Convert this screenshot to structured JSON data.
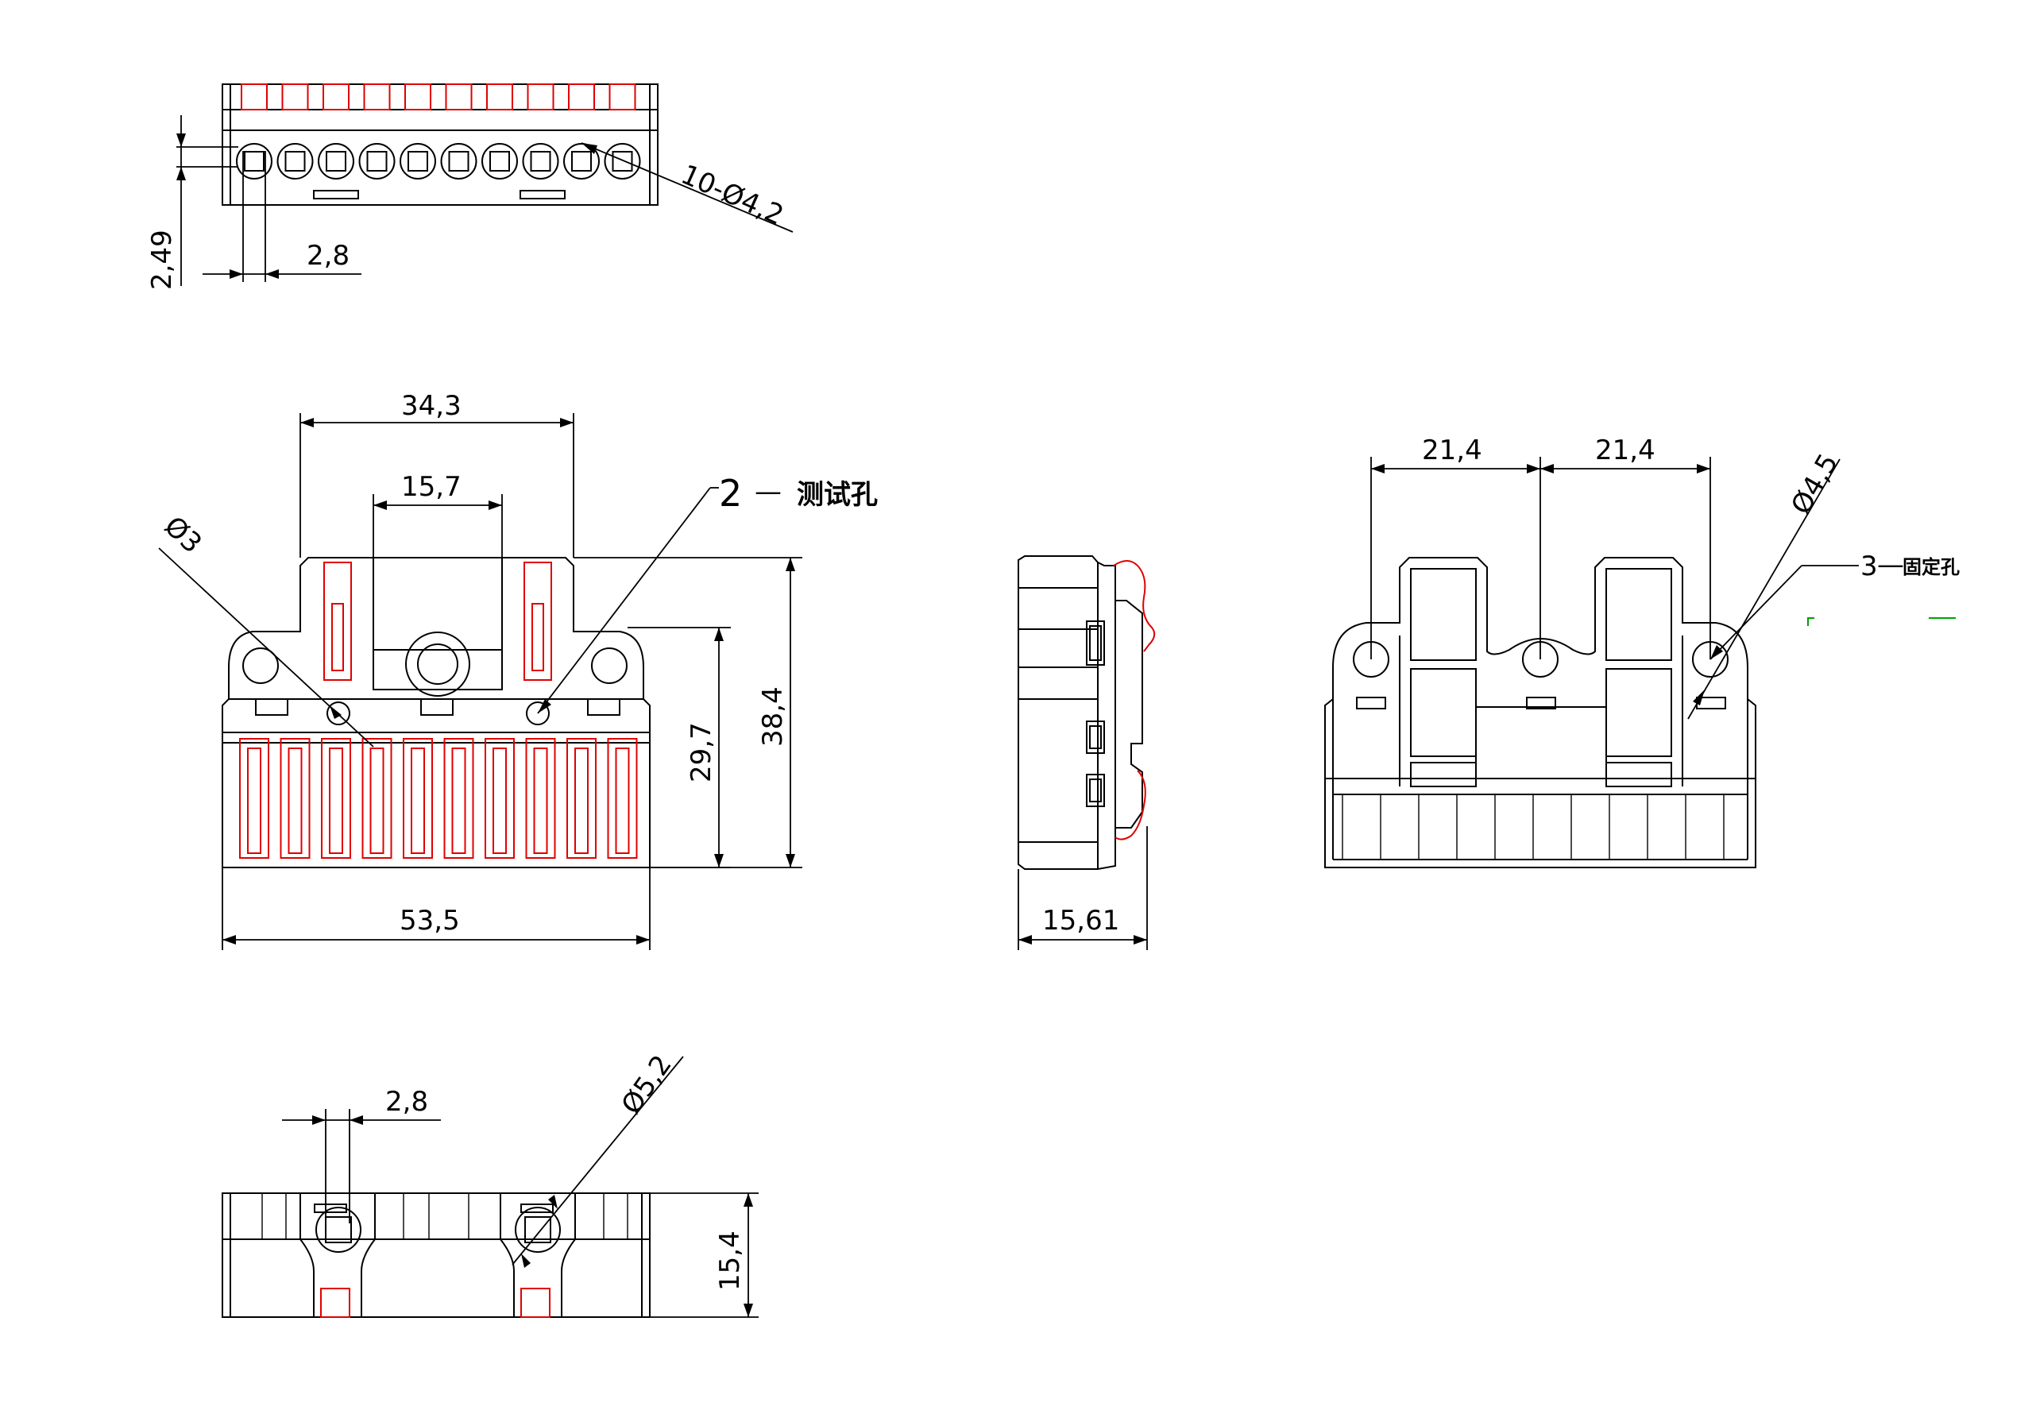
{
  "colors": {
    "outline": "#000000",
    "terminal_highlight": "#e00000",
    "marker": "#00a000"
  },
  "views": {
    "top": {
      "dimensions": {
        "slot_height": "2,49",
        "pitch": "2,8",
        "holes": "10-Ø4,2"
      },
      "hole_count": 10
    },
    "front": {
      "dimensions": {
        "upper_width": "34,3",
        "inner_width": "15,7",
        "body_width": "53,5",
        "body_height": "29,7",
        "total_height": "38,4",
        "test_hole_dia": "Ø3"
      },
      "callout": {
        "number": "2",
        "dash": "—",
        "label": "测试孔"
      },
      "terminal_count": 10
    },
    "side": {
      "dimensions": {
        "depth": "15,61"
      }
    },
    "back": {
      "dimensions": {
        "span_left": "21,4",
        "span_right": "21,4",
        "mount_hole_dia": "Ø4,5"
      },
      "callout": {
        "number": "3",
        "dash": "—",
        "label": "固定孔"
      }
    },
    "bottom": {
      "dimensions": {
        "pitch": "2,8",
        "hole_dia": "Ø5,2",
        "height": "15,4"
      }
    }
  }
}
